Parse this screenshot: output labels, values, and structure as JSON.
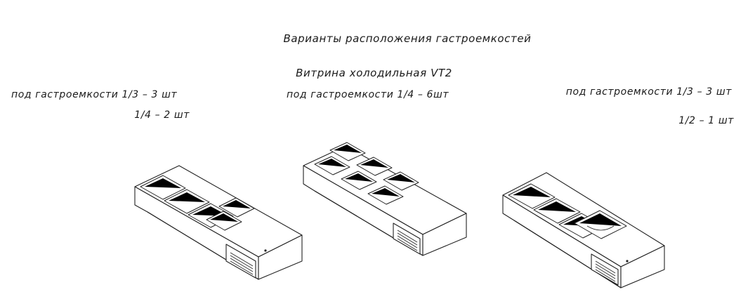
{
  "title": "Варианты расположения гастроемкостей",
  "subtitle": "Витрина холодильная VT2",
  "variants": [
    {
      "line1": "под гастроемкости 1/3 – 3 шт",
      "line2": "1/4 – 2 шт"
    },
    {
      "line1": "под гастроемкости 1/4 – 6шт",
      "line2": ""
    },
    {
      "line1": "под гастроемкости 1/3 – 3 шт",
      "line2": "1/2 – 1 шт"
    }
  ],
  "colors": {
    "line": "#222222",
    "background": "#ffffff"
  }
}
